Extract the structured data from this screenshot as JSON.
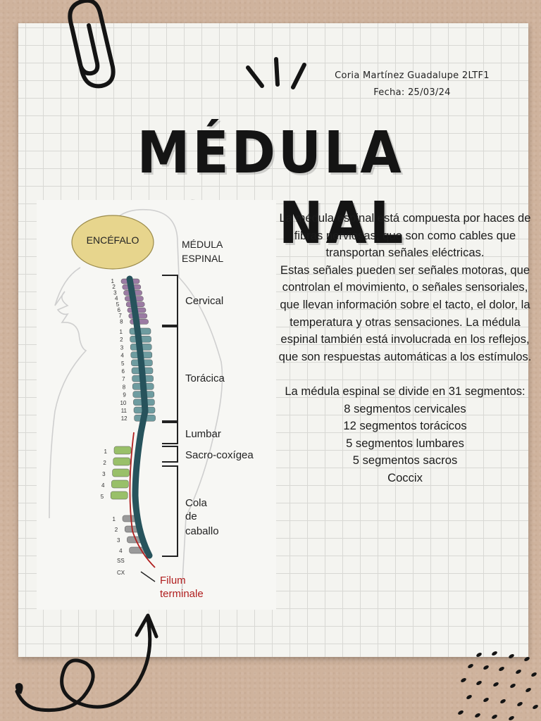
{
  "header": {
    "author": "Coria Martínez Guadalupe  2LTF1",
    "date": "Fecha: 25/03/24"
  },
  "title": "MÉDULA ESPINAL",
  "figure": {
    "brain_label": "ENCÉFALO",
    "cord_label_line1": "MÉDULA",
    "cord_label_line2": "ESPINAL",
    "regions": {
      "cervical": "Cervical",
      "toracica": "Torácica",
      "lumbar": "Lumbar",
      "sacro": "Sacro-coxígea",
      "cola_1": "Cola",
      "cola_2": "de",
      "cola_3": "caballo"
    },
    "filum_1": "Filum",
    "filum_2": "terminale",
    "cx_label": "CX",
    "ss_label": "SS",
    "vertebra_numbers": {
      "cervical": [
        "1",
        "2",
        "3",
        "4",
        "5",
        "6",
        "7",
        "8"
      ],
      "thoracic": [
        "1",
        "2",
        "3",
        "4",
        "5",
        "6",
        "7",
        "8",
        "9",
        "10",
        "11",
        "12"
      ],
      "lumbar": [
        "1",
        "2",
        "3",
        "4",
        "5"
      ],
      "sacral": [
        "1",
        "2",
        "3",
        "4"
      ]
    },
    "colors": {
      "brain": "#e7d58d",
      "cervical": "#9b7ba3",
      "thoracic": "#6e9ca0",
      "lumbar": "#99c069",
      "sacral": "#9a9a9a",
      "cord_dark": "#27535c",
      "filum": "#b01e1e"
    }
  },
  "text": {
    "p1": "La médula espinal está compuesta por haces de fibras nerviosas, que son como cables que transportan señales eléctricas.",
    "p2": "Estas señales pueden ser señales motoras, que controlan el movimiento, o señales sensoriales, que llevan información sobre el tacto, el dolor, la temperatura y otras sensaciones. La médula espinal también está involucrada en los reflejos, que son respuestas automáticas a los estímulos.",
    "p3": "La médula espinal se divide en 31 segmentos:",
    "list": [
      "8 segmentos cervicales",
      "12 segmentos torácicos",
      "5 segmentos lumbares",
      "5 segmentos sacros",
      "Coccix"
    ]
  }
}
